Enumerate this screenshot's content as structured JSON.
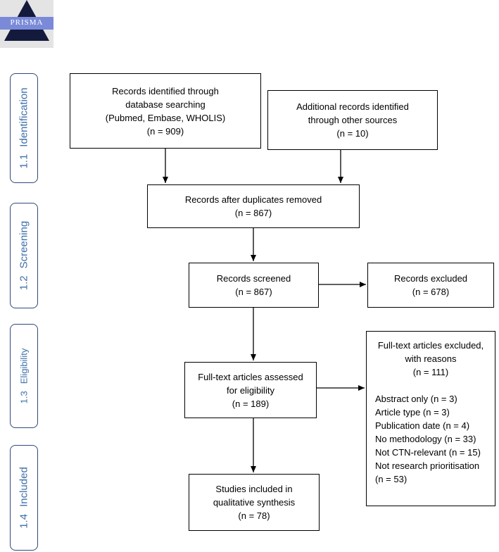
{
  "logo": {
    "text": "PRISMA"
  },
  "phases": [
    {
      "number": "1.1",
      "label": "Identification"
    },
    {
      "number": "1.2",
      "label": "Screening"
    },
    {
      "number": "1.3",
      "label": "Eligibility"
    },
    {
      "number": "1.4",
      "label": "Included"
    }
  ],
  "boxes": {
    "database": {
      "lines": [
        "Records identified through",
        "database searching",
        "(Pubmed, Embase, WHOLIS)",
        "(n = 909)"
      ]
    },
    "other": {
      "lines": [
        "Additional records identified",
        "through other sources",
        "(n = 10)"
      ]
    },
    "dedup": {
      "lines": [
        "Records after duplicates removed",
        "(n = 867)"
      ]
    },
    "screened": {
      "lines": [
        "Records screened",
        "(n = 867)"
      ]
    },
    "excluded": {
      "lines": [
        "Records excluded",
        "(n = 678)"
      ]
    },
    "fulltext": {
      "lines": [
        "Full-text articles assessed",
        "for eligibility",
        "(n = 189)"
      ]
    },
    "fulltext_excluded": {
      "head": [
        "Full-text articles excluded,",
        "with reasons",
        "(n = 111)"
      ],
      "reasons": [
        "Abstract only (n = 3)",
        "Article type (n = 3)",
        "Publication date (n = 4)",
        "No methodology (n = 33)",
        "Not CTN-relevant (n = 15)",
        "Not research prioritisation",
        "(n = 53)"
      ]
    },
    "included": {
      "lines": [
        "Studies included in",
        "qualitative synthesis",
        "(n = 78)"
      ]
    }
  }
}
